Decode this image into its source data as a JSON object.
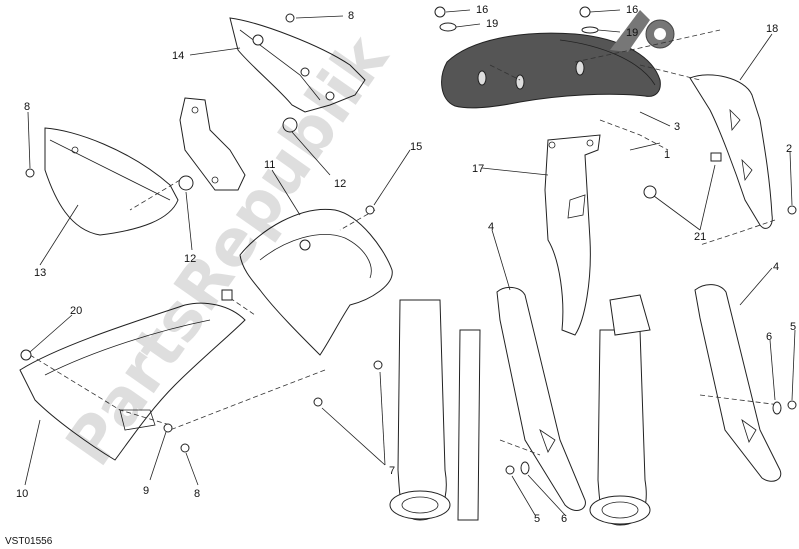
{
  "watermark": {
    "text": "PartsRepublik",
    "color": "#000000"
  },
  "drawing_code": "VST01556",
  "callouts": [
    {
      "id": "c16a",
      "label": "16"
    },
    {
      "id": "c19a",
      "label": "19"
    },
    {
      "id": "c16b",
      "label": "16"
    },
    {
      "id": "c19b",
      "label": "19"
    },
    {
      "id": "c18",
      "label": "18"
    },
    {
      "id": "c8a",
      "label": "8"
    },
    {
      "id": "c14",
      "label": "14"
    },
    {
      "id": "c3",
      "label": "3"
    },
    {
      "id": "c1",
      "label": "1"
    },
    {
      "id": "c8b",
      "label": "8"
    },
    {
      "id": "c12a",
      "label": "12"
    },
    {
      "id": "c11",
      "label": "11"
    },
    {
      "id": "c15",
      "label": "15"
    },
    {
      "id": "c17",
      "label": "17"
    },
    {
      "id": "c2",
      "label": "2"
    },
    {
      "id": "c21",
      "label": "21"
    },
    {
      "id": "c13",
      "label": "13"
    },
    {
      "id": "c12b",
      "label": "12"
    },
    {
      "id": "c4a",
      "label": "4"
    },
    {
      "id": "c4b",
      "label": "4"
    },
    {
      "id": "c20",
      "label": "20"
    },
    {
      "id": "c6a",
      "label": "6"
    },
    {
      "id": "c5a",
      "label": "5"
    },
    {
      "id": "c7",
      "label": "7"
    },
    {
      "id": "c10",
      "label": "10"
    },
    {
      "id": "c9",
      "label": "9"
    },
    {
      "id": "c8c",
      "label": "8"
    },
    {
      "id": "c5b",
      "label": "5"
    },
    {
      "id": "c6b",
      "label": "6"
    }
  ]
}
